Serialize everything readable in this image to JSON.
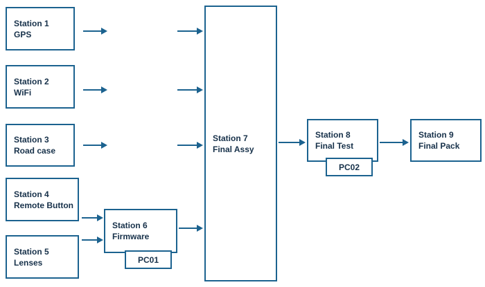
{
  "colors": {
    "node_border": "#1b628f",
    "arrow": "#1b628f",
    "text": "#17314a",
    "background": "#ffffff"
  },
  "diagram": {
    "nodes": {
      "station1": {
        "title": "Station 1",
        "subtitle": "GPS"
      },
      "station2": {
        "title": "Station 2",
        "subtitle": "WiFi"
      },
      "station3": {
        "title": "Station 3",
        "subtitle": "Road case"
      },
      "station4": {
        "title": "Station 4",
        "subtitle": "Remote Button"
      },
      "station5": {
        "title": "Station 5",
        "subtitle": "Lenses"
      },
      "station6": {
        "title": "Station 6",
        "subtitle": "Firmware",
        "pc": "PC01"
      },
      "station7": {
        "title": "Station 7",
        "subtitle": "Final Assy"
      },
      "station8": {
        "title": "Station 8",
        "subtitle": "Final Test",
        "pc": "PC02"
      },
      "station9": {
        "title": "Station 9",
        "subtitle": "Final Pack"
      }
    },
    "connections": [
      {
        "from": "Station 1",
        "to": "Station 7"
      },
      {
        "from": "Station 2",
        "to": "Station 7"
      },
      {
        "from": "Station 3",
        "to": "Station 7"
      },
      {
        "from": "Station 4",
        "to": "Station 6"
      },
      {
        "from": "Station 5",
        "to": "Station 6"
      },
      {
        "from": "Station 6",
        "to": "Station 7"
      },
      {
        "from": "Station 7",
        "to": "Station 8"
      },
      {
        "from": "Station 8",
        "to": "Station 9"
      }
    ]
  }
}
